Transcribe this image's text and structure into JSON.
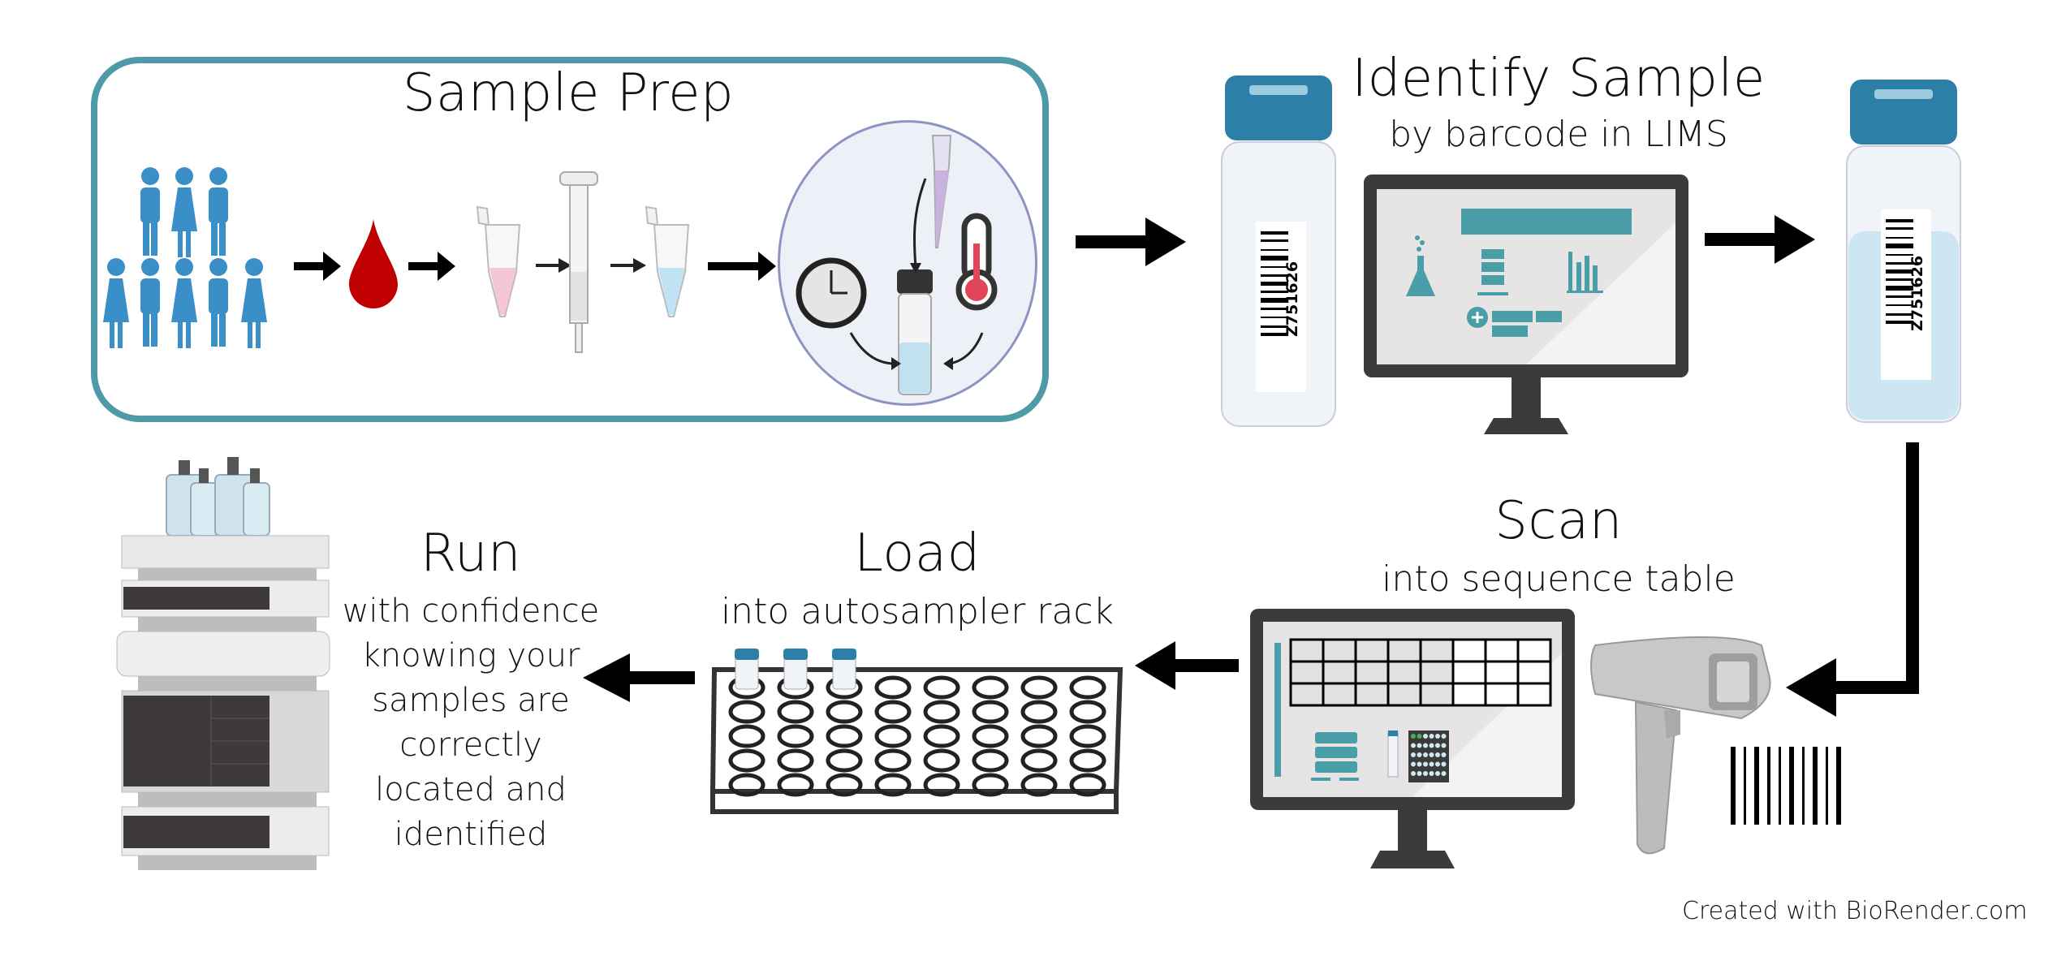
{
  "steps": {
    "sample_prep": {
      "title": "Sample Prep"
    },
    "identify": {
      "title": "Identify Sample",
      "subtitle": "by barcode in LIMS"
    },
    "scan": {
      "title": "Scan",
      "subtitle": "into sequence table"
    },
    "load": {
      "title": "Load",
      "subtitle": "into autosampler rack"
    },
    "run": {
      "title": "Run",
      "lines": [
        "with confidence",
        "knowing your",
        "samples are",
        "correctly",
        "located and",
        "identified"
      ]
    }
  },
  "vial_barcode": "Z751626",
  "credit": "Created with BioRender.com",
  "colors": {
    "frame_teal": "#4e9aa6",
    "people_blue": "#3a8fc9",
    "blood_red": "#c00000",
    "vial_cap_blue": "#2e7fa8",
    "monitor_dark": "#3b3b3b",
    "screen_teal": "#4a9ea8",
    "circle_fill": "#eef0f7"
  }
}
